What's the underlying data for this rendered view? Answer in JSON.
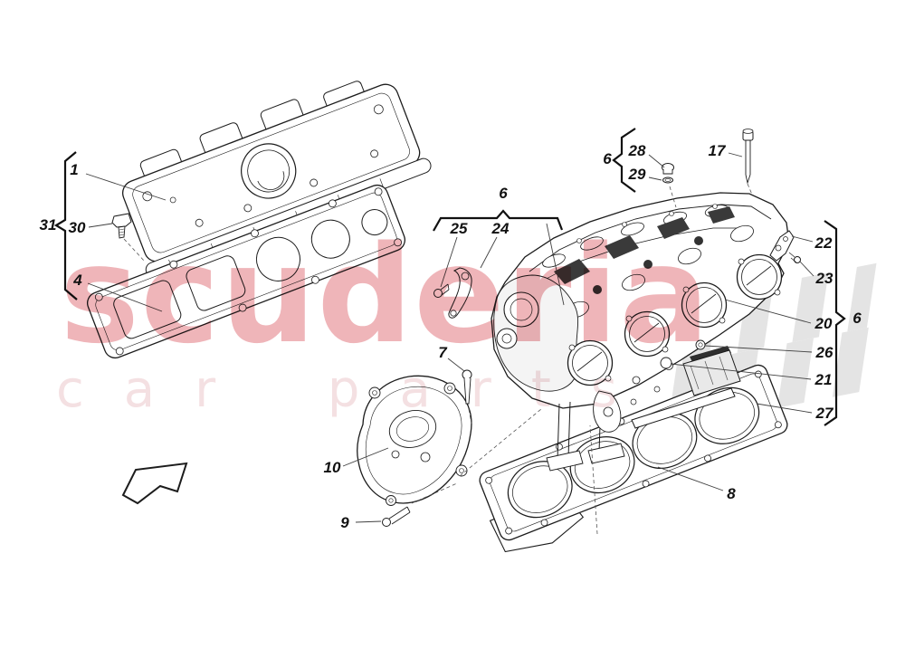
{
  "diagram": {
    "type": "exploded-parts-diagram",
    "subject": "engine cylinder head, covers and gaskets",
    "watermark": {
      "line1": "scuderia",
      "line2": "car parts",
      "color": "#d64550"
    },
    "callouts": [
      {
        "ref": "1"
      },
      {
        "ref": "31"
      },
      {
        "ref": "30"
      },
      {
        "ref": "4"
      },
      {
        "ref": "6"
      },
      {
        "ref": "25"
      },
      {
        "ref": "24"
      },
      {
        "ref": "6"
      },
      {
        "ref": "28"
      },
      {
        "ref": "29"
      },
      {
        "ref": "17"
      },
      {
        "ref": "22"
      },
      {
        "ref": "23"
      },
      {
        "ref": "20"
      },
      {
        "ref": "26"
      },
      {
        "ref": "21"
      },
      {
        "ref": "27"
      },
      {
        "ref": "6"
      },
      {
        "ref": "7"
      },
      {
        "ref": "10"
      },
      {
        "ref": "9"
      },
      {
        "ref": "8"
      }
    ],
    "groups": [
      {
        "label": "31",
        "members": [
          "1",
          "30",
          "4"
        ]
      },
      {
        "label": "6",
        "members": [
          "25",
          "24"
        ]
      },
      {
        "label": "6",
        "members": [
          "28",
          "29"
        ]
      },
      {
        "label": "6",
        "members": [
          "22",
          "23",
          "20",
          "26",
          "21",
          "27"
        ]
      }
    ]
  }
}
